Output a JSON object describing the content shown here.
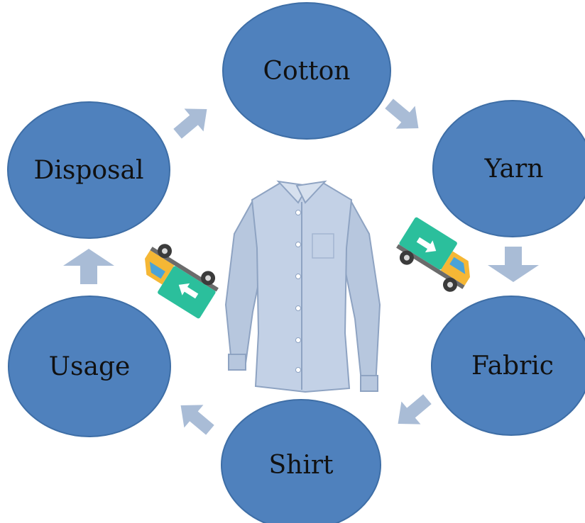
{
  "colors": {
    "node_fill": "#4f81bd",
    "node_stroke": "#3e6ea6",
    "arrow_fill": "#a9bcd6",
    "shirt": "#c3d1e6",
    "truck_cab": "#f5b735",
    "truck_box": "#2bbf9c"
  },
  "cycle": {
    "nodes": [
      {
        "id": "cotton",
        "label": "Cotton"
      },
      {
        "id": "yarn",
        "label": "Yarn"
      },
      {
        "id": "fabric",
        "label": "Fabric"
      },
      {
        "id": "shirt",
        "label": "Shirt"
      },
      {
        "id": "usage",
        "label": "Usage"
      },
      {
        "id": "disposal",
        "label": "Disposal"
      }
    ]
  },
  "icons": [
    "shirt-icon",
    "truck-icon",
    "truck-icon",
    "arrow-icon"
  ]
}
